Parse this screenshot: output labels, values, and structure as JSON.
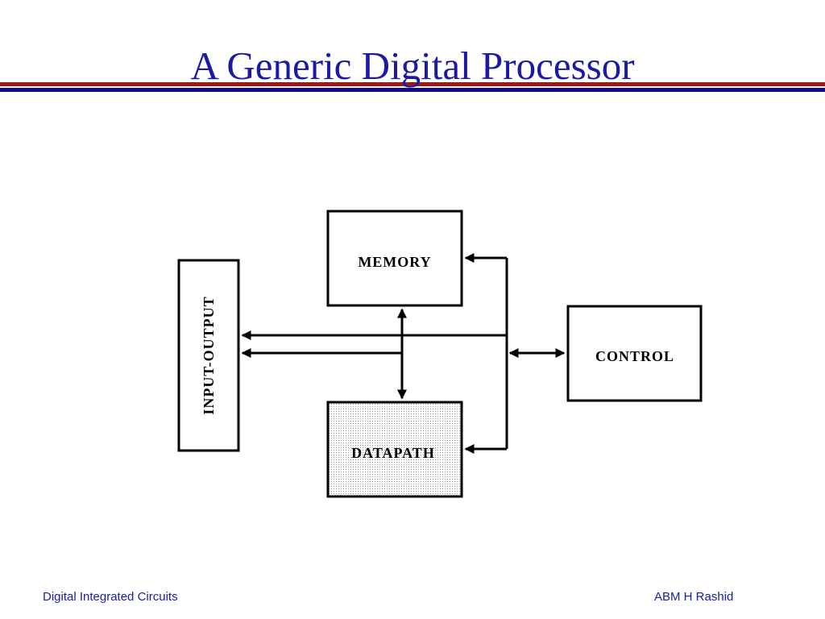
{
  "slide": {
    "title": "A Generic Digital Processor"
  },
  "diagram": {
    "blocks": {
      "memory": "MEMORY",
      "input_output": "INPUT-OUTPUT",
      "control": "CONTROL",
      "datapath": "DATAPATH"
    }
  },
  "footer": {
    "left": "Digital Integrated Circuits",
    "right": "ABM H Rashid"
  },
  "colors": {
    "title": "#1a1aa6",
    "rule_red": "#9b1b1b",
    "rule_blue": "#0d0d8c",
    "footer_text": "#1a1aa6"
  }
}
